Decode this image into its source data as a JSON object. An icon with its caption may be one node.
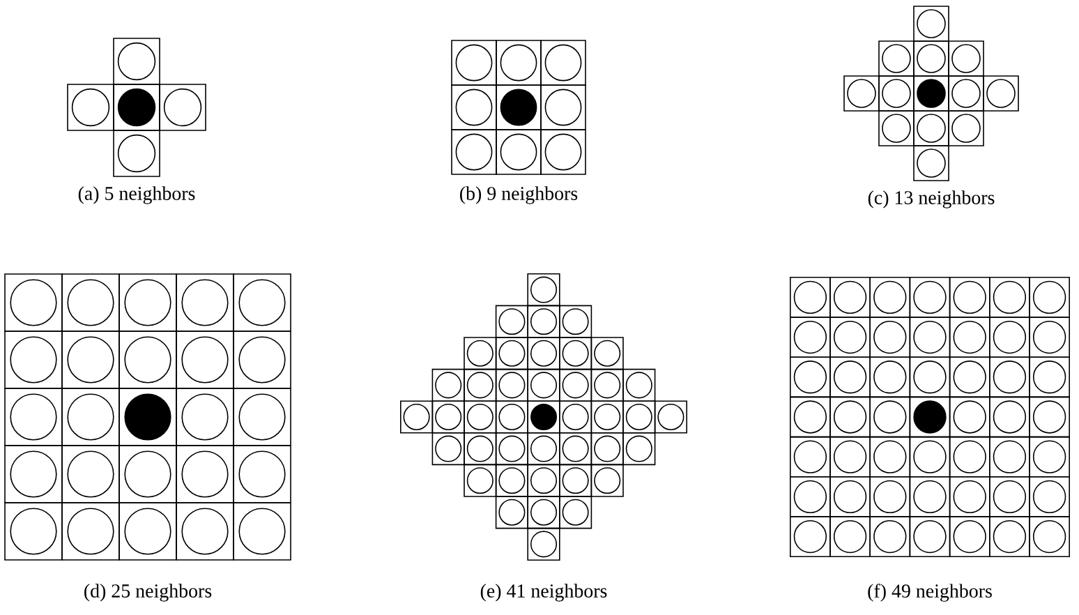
{
  "diagram": {
    "labels": [
      "(a) 5 neighbors",
      "(b) 9 neighbors",
      "(c) 13 neighbors",
      "(d) 25 neighbors",
      "(e) 41 neighbors",
      "(f) 49 neighbors"
    ]
  }
}
